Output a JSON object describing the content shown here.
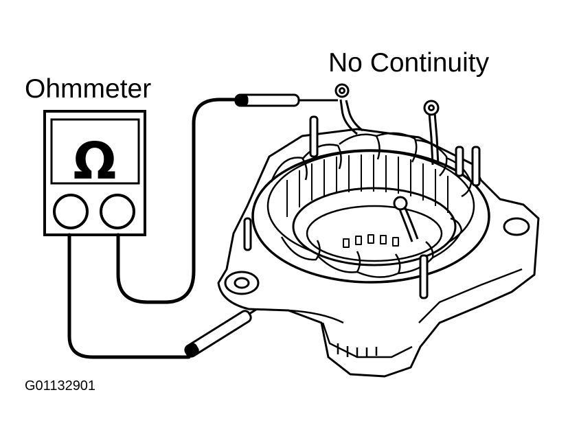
{
  "labels": {
    "meter": "Ohmmeter",
    "result": "No Continuity",
    "figure_id": "G01132901"
  },
  "meter": {
    "symbol": "Ω",
    "icon": "ohm-symbol"
  },
  "colors": {
    "ink": "#000000",
    "paper": "#ffffff"
  }
}
